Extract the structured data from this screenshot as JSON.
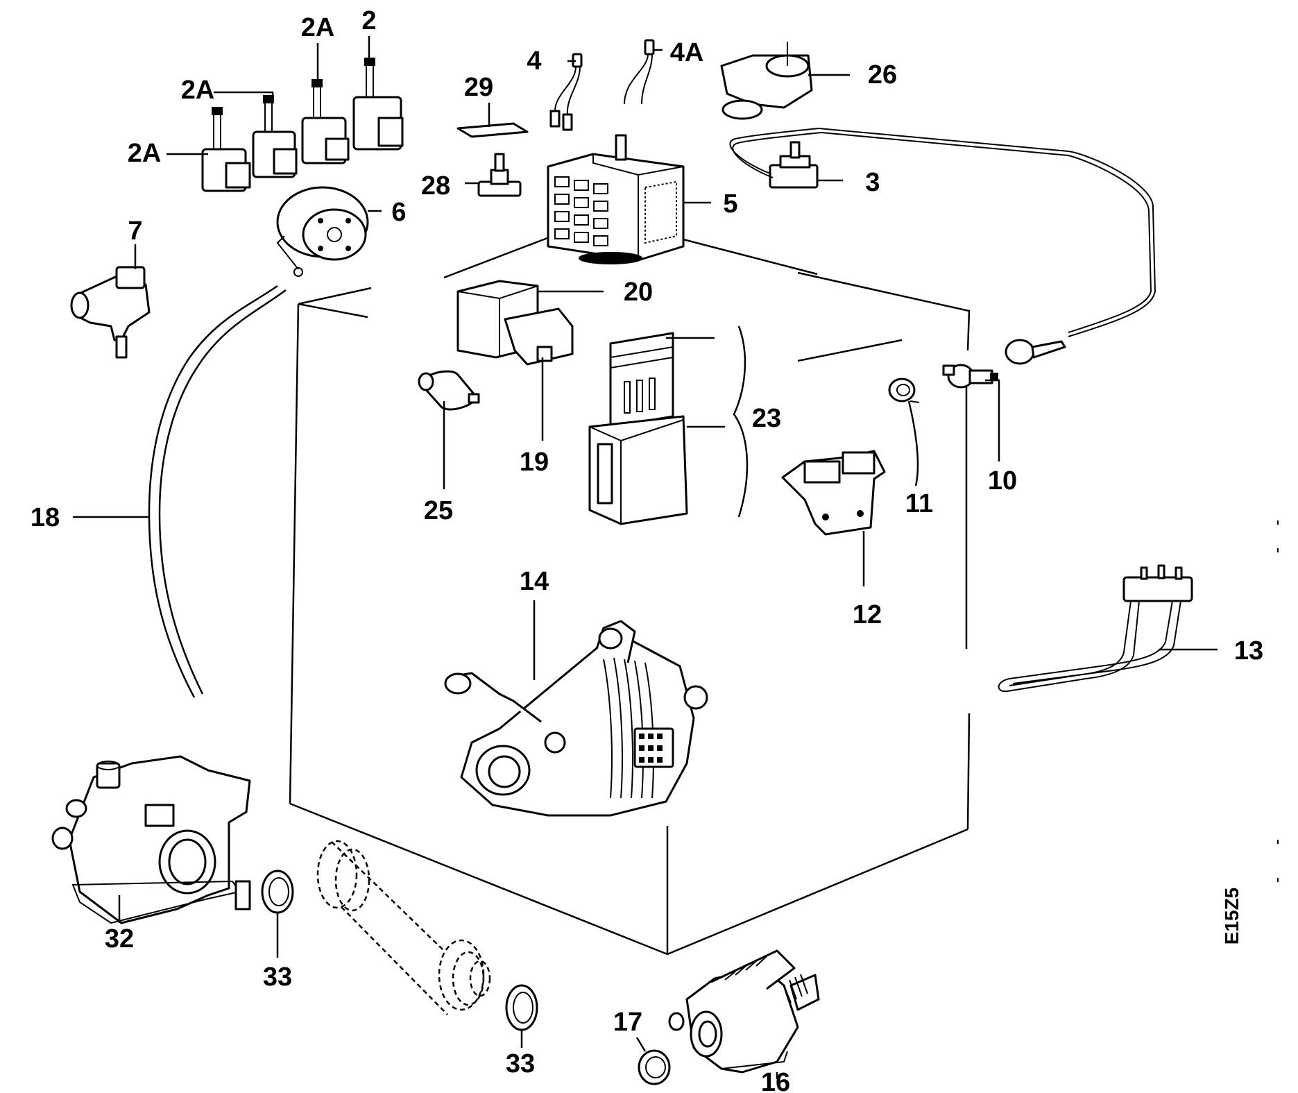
{
  "diagram": {
    "drawing_code": "E15Z5",
    "parts": [
      {
        "id": "p2",
        "label": "2",
        "icon": "switch-icon"
      },
      {
        "id": "p2a_1",
        "label": "2A",
        "icon": "switch-icon"
      },
      {
        "id": "p2a_2",
        "label": "2A",
        "icon": "switch-icon"
      },
      {
        "id": "p2a_3",
        "label": "2A",
        "icon": "switch-icon"
      },
      {
        "id": "p3",
        "label": "3",
        "icon": "thermostat-icon"
      },
      {
        "id": "p4",
        "label": "4",
        "icon": "wire-icon"
      },
      {
        "id": "p4a",
        "label": "4A",
        "icon": "wire-icon"
      },
      {
        "id": "p5",
        "label": "5",
        "icon": "timer-icon"
      },
      {
        "id": "p6",
        "label": "6",
        "icon": "pressure-switch-icon"
      },
      {
        "id": "p7",
        "label": "7",
        "icon": "valve-icon"
      },
      {
        "id": "p10",
        "label": "10",
        "icon": "thermostat-icon"
      },
      {
        "id": "p11",
        "label": "11",
        "icon": "grommet-icon"
      },
      {
        "id": "p12",
        "label": "12",
        "icon": "door-lock-icon"
      },
      {
        "id": "p13",
        "label": "13",
        "icon": "heating-element-icon"
      },
      {
        "id": "p14",
        "label": "14",
        "icon": "motor-icon"
      },
      {
        "id": "p16",
        "label": "16",
        "icon": "pump-icon"
      },
      {
        "id": "p17",
        "label": "17",
        "icon": "seal-icon"
      },
      {
        "id": "p18",
        "label": "18",
        "icon": "hose-icon"
      },
      {
        "id": "p19",
        "label": "19",
        "icon": "filter-icon"
      },
      {
        "id": "p20",
        "label": "20",
        "icon": "filter-icon"
      },
      {
        "id": "p23",
        "label": "23",
        "icon": "dispenser-icon"
      },
      {
        "id": "p25",
        "label": "25",
        "icon": "capacitor-icon"
      },
      {
        "id": "p26",
        "label": "26",
        "icon": "motor-icon"
      },
      {
        "id": "p28",
        "label": "28",
        "icon": "knob-icon"
      },
      {
        "id": "p29",
        "label": "29",
        "icon": "plate-icon"
      },
      {
        "id": "p32",
        "label": "32",
        "icon": "valve-icon"
      },
      {
        "id": "p33_1",
        "label": "33",
        "icon": "seal-icon"
      },
      {
        "id": "p33_2",
        "label": "33",
        "icon": "seal-icon"
      }
    ]
  }
}
